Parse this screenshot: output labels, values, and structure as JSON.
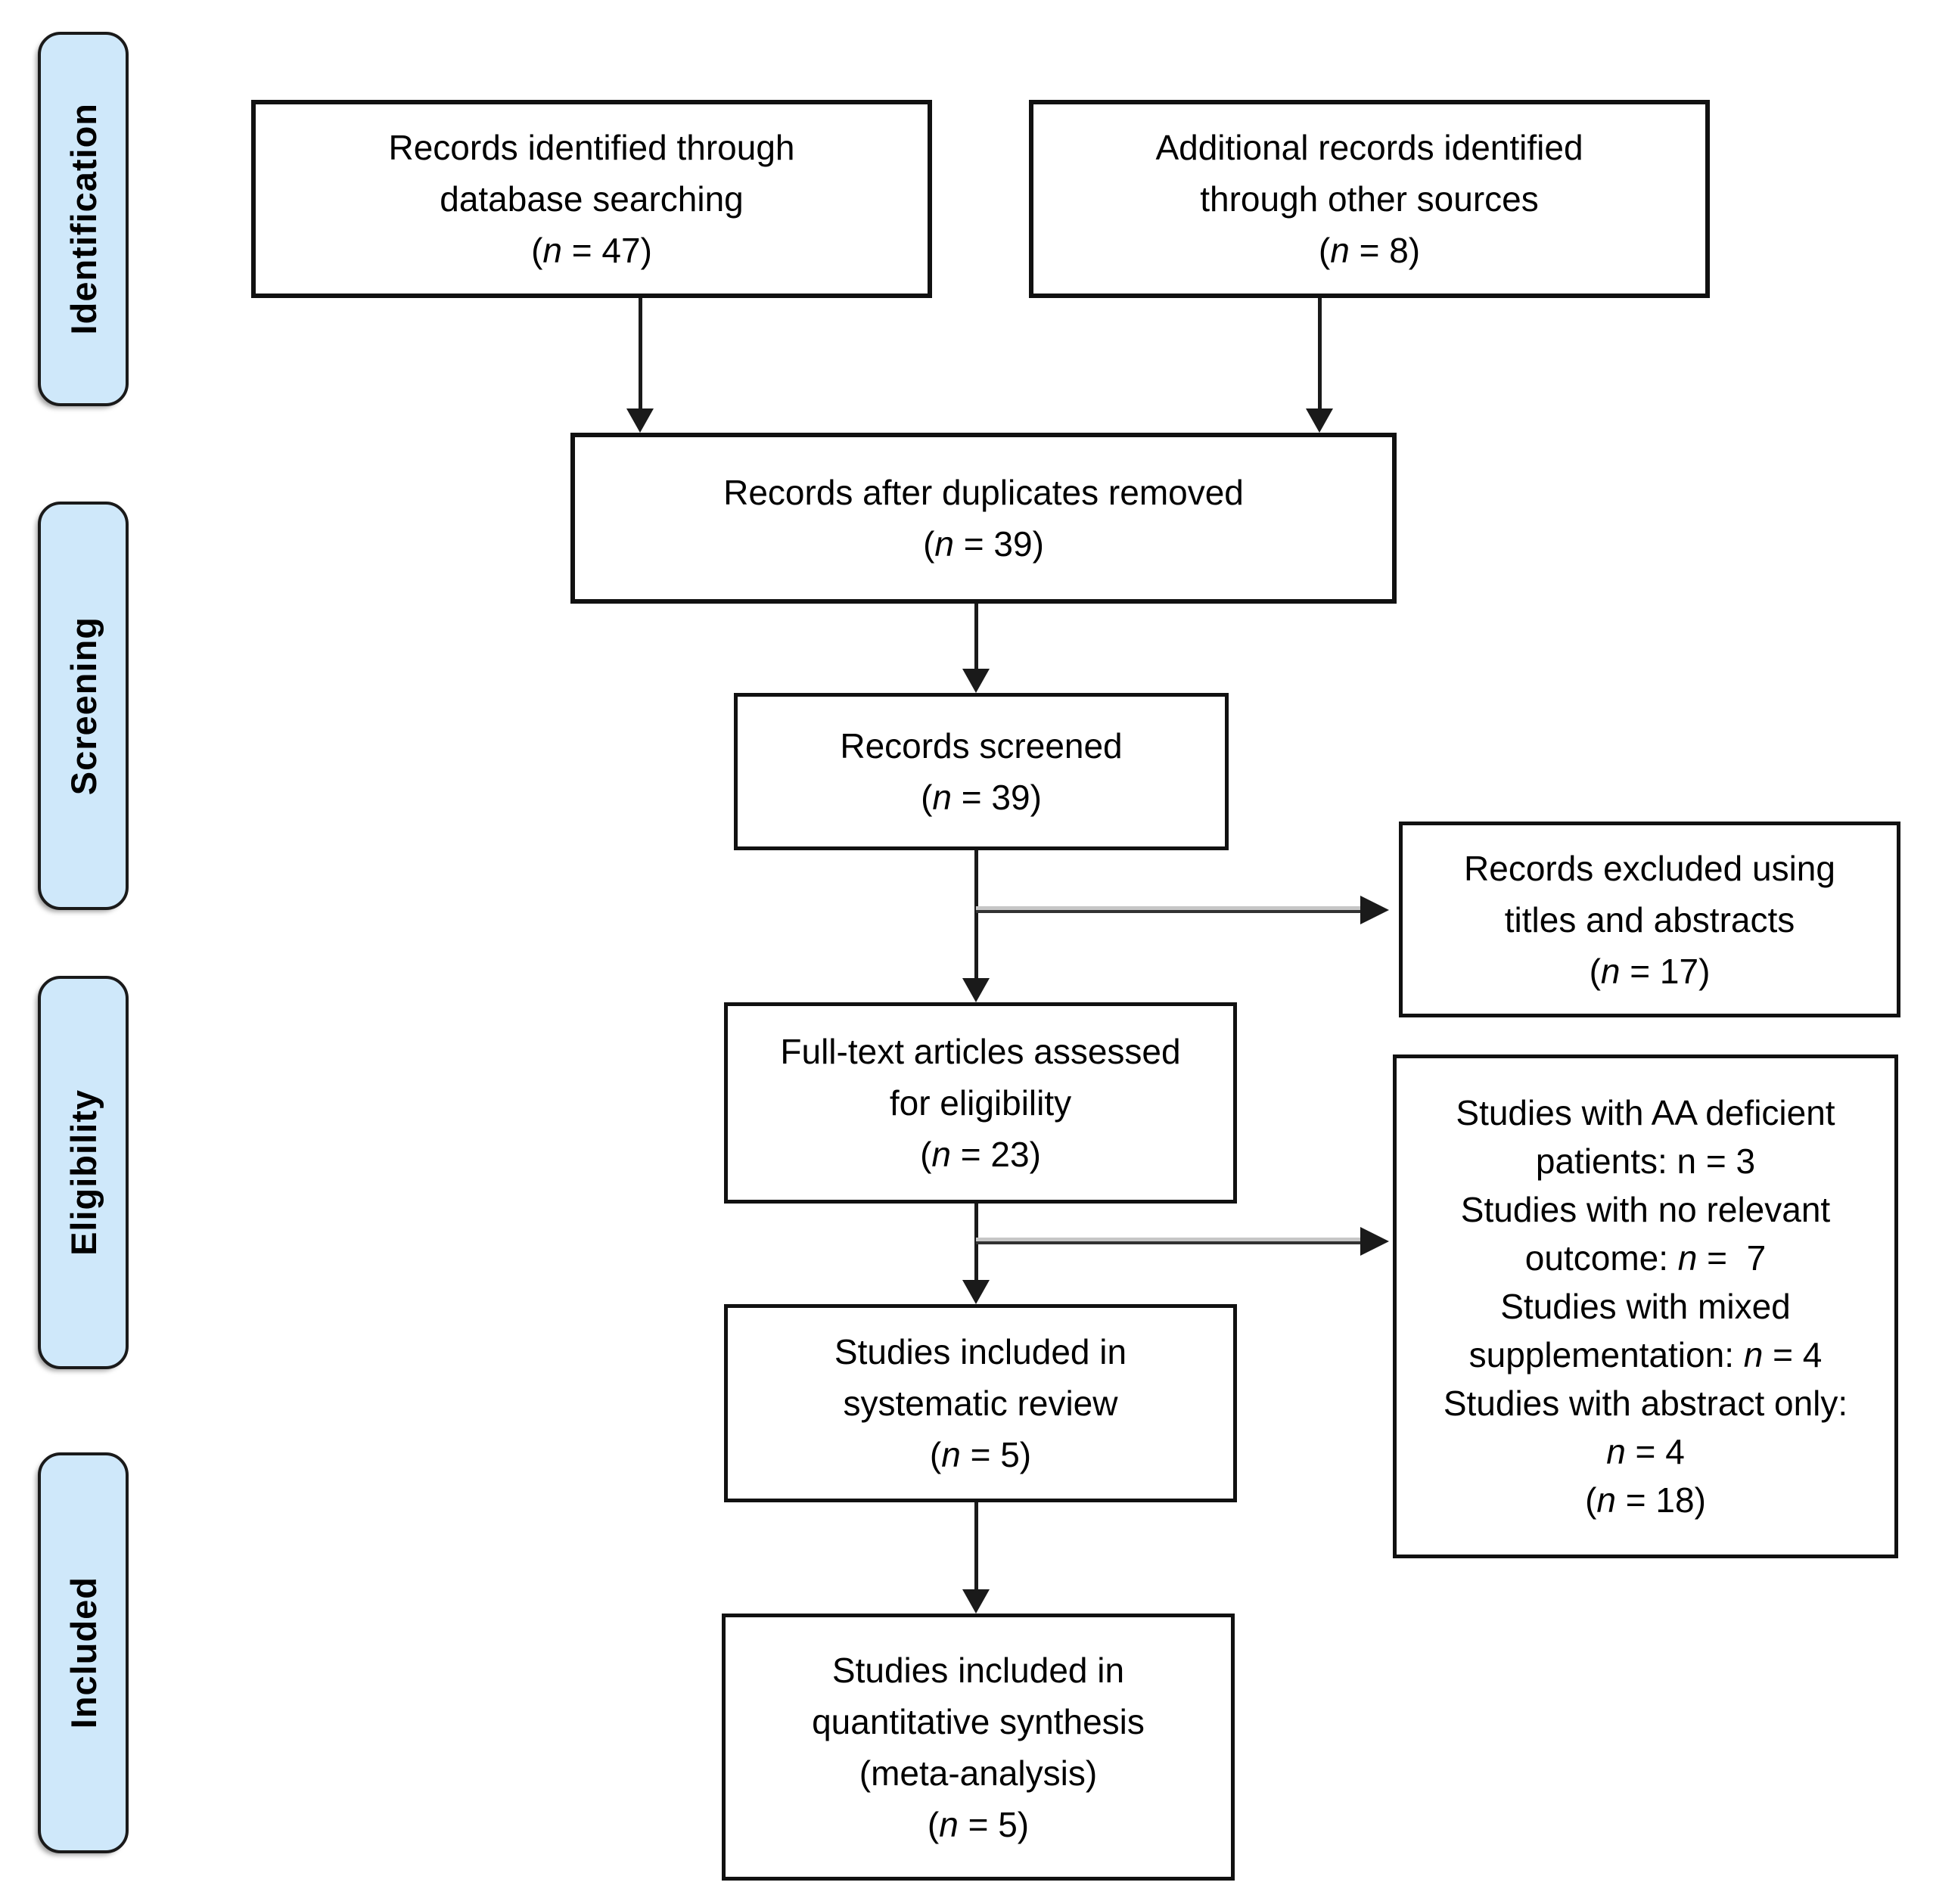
{
  "figure": {
    "kind": "PRISMA flow diagram",
    "colors": {
      "page_bg": "#ffffff",
      "box_fill": "#ffffff",
      "box_border": "#111111",
      "stage_fill": "#cfe8fa",
      "stage_border": "#1a1a1a",
      "arrow": "#1a1a1a"
    }
  },
  "stages": [
    {
      "label": "Identification"
    },
    {
      "label": "Screening"
    },
    {
      "label": "Eligibility"
    },
    {
      "label": "Included"
    }
  ],
  "boxes": {
    "identified": {
      "lines": [
        "Records identified through",
        "database searching",
        "(*n* = 47)"
      ]
    },
    "additional": {
      "lines": [
        "Additional records identified",
        "through other sources",
        "(*n* = 8)"
      ]
    },
    "deduplicated": {
      "lines": [
        "Records after duplicates removed",
        "(*n* = 39)"
      ]
    },
    "screened": {
      "lines": [
        "Records screened",
        "(*n* = 39)"
      ]
    },
    "excluded_titles_abstracts": {
      "lines": [
        "Records excluded using",
        "titles and abstracts",
        "(*n* = 17)"
      ]
    },
    "fulltext_assessed": {
      "lines": [
        "Full-text articles assessed",
        "for eligibility",
        "(*n* = 23)"
      ]
    },
    "fulltext_excluded": {
      "lines": [
        "Studies with AA deficient",
        "patients: n = 3",
        "Studies with no relevant",
        "outcome: *n* =  7",
        "Studies with mixed",
        "supplementation: *n* = 4",
        "Studies with abstract only:",
        "*n* = 4",
        "(*n* = 18)"
      ]
    },
    "systematic_review": {
      "lines": [
        "Studies included in",
        "systematic review",
        "(*n* = 5)"
      ]
    },
    "meta_analysis": {
      "lines": [
        "Studies included in",
        "quantitative synthesis",
        "(meta-analysis)",
        "(*n* = 5)"
      ]
    }
  }
}
